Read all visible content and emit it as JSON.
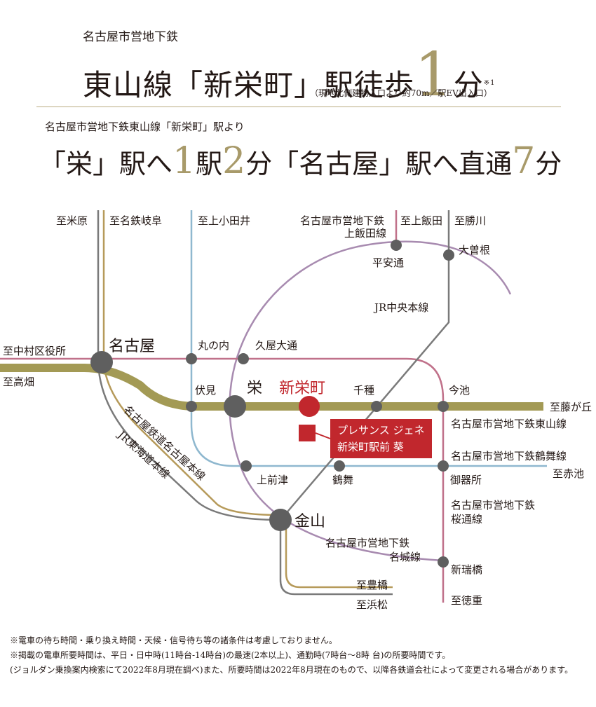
{
  "header": {
    "line1": "名古屋市営地下鉄",
    "main_prefix": "東山線「新栄町」駅徒歩",
    "main_number": "1",
    "main_unit": "分",
    "footnote_mark": "※1",
    "sub_note": "（現地北側建物入口より約70m／駅EV出入口）"
  },
  "sub": {
    "head": "名古屋市営地下鉄東山線「新栄町」駅より",
    "part1": "「栄」駅へ",
    "num1": "1",
    "part2": "駅",
    "num2": "2",
    "part3": "分「名古屋」駅へ直通",
    "num3": "7",
    "part4": "分"
  },
  "map": {
    "directions": {
      "komaki": "至米原",
      "meitetsu_gifu": "至名鉄岐阜",
      "kamiotai": "至上小田井",
      "kamiiida_line": "名古屋市営地下鉄",
      "kamiiida_line2": "上飯田線",
      "kamiiida": "至上飯田",
      "kachigawa": "至勝川",
      "nakamura": "至中村区役所",
      "takabata": "至高畑",
      "fujigaoka": "至藤が丘",
      "akaike": "至赤池",
      "toyohashi": "至豊橋",
      "hamamatsu": "至浜松",
      "tokushige": "至徳重"
    },
    "stations": {
      "heian": "平安通",
      "ozone": "大曽根",
      "nagoya": "名古屋",
      "marunouchi": "丸の内",
      "hisaya": "久屋大通",
      "fushimi": "伏見",
      "sakae": "栄",
      "shinsakae": "新栄町",
      "chikusa": "千種",
      "imaike": "今池",
      "kamimaezu": "上前津",
      "tsurumai": "鶴舞",
      "gokiso": "御器所",
      "kanayama": "金山",
      "aratamabashi": "新瑞橋"
    },
    "lines": {
      "jr_chuo": "JR中央本線",
      "higashiyama": "名古屋市営地下鉄東山線",
      "tsurumai": "名古屋市営地下鉄鶴舞線",
      "sakuradori1": "名古屋市営地下鉄",
      "sakuradori2": "桜通線",
      "meijo1": "名古屋市営地下鉄",
      "meijo2": "名城線",
      "meitetsu": "名古屋鉄道名古屋本線",
      "jr_tokaido": "JR東海道本線"
    },
    "property": {
      "line1": "プレサンス ジェネ",
      "line2": "新栄町駅前 葵"
    },
    "colors": {
      "higashiyama": "#a39a55",
      "sakuradori": "#c0718a",
      "tsurumai": "#8fb8cf",
      "meijo": "#a88bb0",
      "jr": "#7a7a7a",
      "meitetsu": "#b69a5a",
      "accent_red": "#c1272d",
      "station_gray": "#5f5f5f"
    }
  },
  "notes": [
    "※電車の待ち時間・乗り換え時間・天候・信号待ち等の諸条件は考慮しておりません。",
    "※掲載の電車所要時間は、平日・日中時(11時台-14時台)の最速(2本以上)、通勤時(7時台～8時 台)の所要時間です。",
    "(ジョルダン乗換案内検索にて2022年8月現在調べ)また、所要時間は2022年8月現在のもので、以降各鉄道会社によって変更される場合があります。"
  ]
}
